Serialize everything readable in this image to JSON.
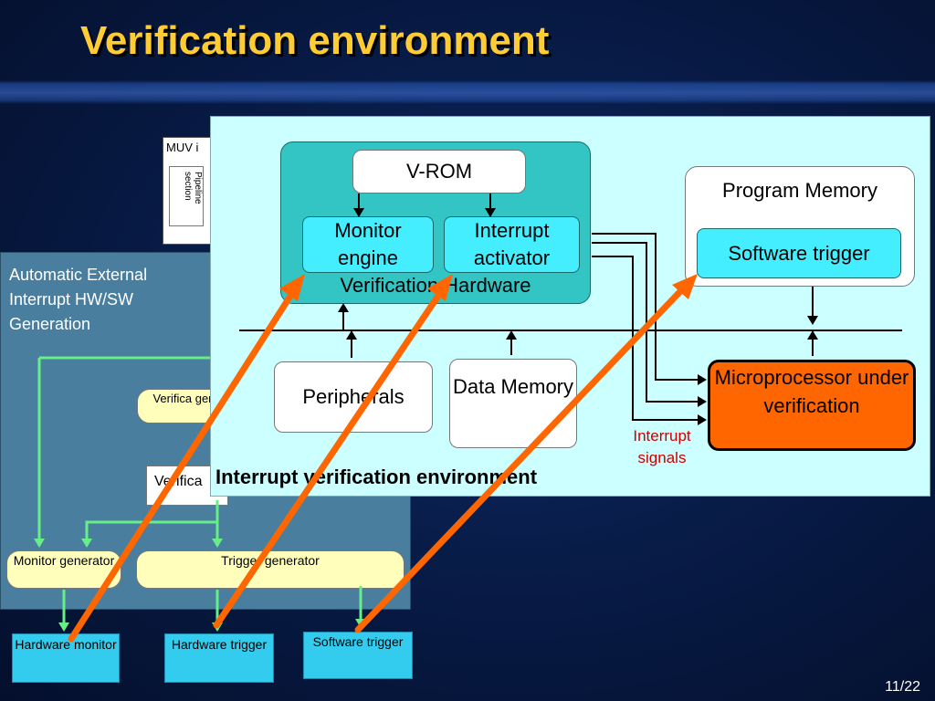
{
  "slide": {
    "title": "Verification environment",
    "page": "11/22"
  },
  "background_panel": {
    "label": "Automatic External Interrupt HW/SW Generation",
    "muv_label": "MUV i",
    "pipeline_label": "Pipeline section",
    "verif_pill": "Verifica ger",
    "verif_doc": "Verifica",
    "monitor_generator": "Monitor generator",
    "trigger_generator": "Trigger generator"
  },
  "outputs": {
    "hardware_monitor": "Hardware monitor",
    "hardware_trigger": "Hardware trigger",
    "software_trigger": "Software trigger"
  },
  "foreground_panel": {
    "title": "Interrupt verification environment",
    "verification_hardware": "Verification Hardware",
    "vrom": "V-ROM",
    "monitor_engine": "Monitor engine",
    "interrupt_activator": "Interrupt activator",
    "program_memory": "Program Memory",
    "software_trigger": "Software trigger",
    "peripherals": "Peripherals",
    "data_memory": "Data Memory",
    "microprocessor": "Microprocessor under verification",
    "interrupt_signals": "Interrupt signals"
  },
  "colors": {
    "title": "#ffcc33",
    "foreground_panel": "#ccffff",
    "verification_hardware": "#33c4c4",
    "cyan_box": "#44eeff",
    "microprocessor": "#ff6600",
    "background_panel": "#4a7e9e",
    "pill": "#ffffbb",
    "output_doc": "#33ccee",
    "highlight_arrow": "#ff6600",
    "green_line": "#66ee88",
    "interrupt_label": "#cc0000"
  }
}
